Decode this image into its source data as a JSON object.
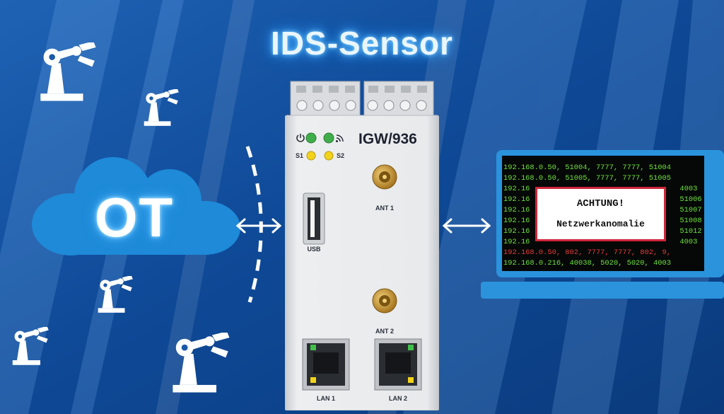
{
  "title": "IDS-Sensor",
  "cloud": {
    "label": "OT"
  },
  "device": {
    "model": "IGW/936",
    "led_labels": {
      "s1": "S1",
      "s2": "S2"
    },
    "ports": {
      "usb": "USB",
      "ant1": "ANT 1",
      "ant2": "ANT 2",
      "lan1": "LAN 1",
      "lan2": "LAN 2"
    }
  },
  "terminal": {
    "lines": [
      {
        "text": "192.168.0.50, 51004, 7777, 7777, 51004",
        "color": "#6fe03a"
      },
      {
        "text": "192.168.0.50, 51005, 7777, 7777, 51005",
        "color": "#6fe03a"
      },
      {
        "text": "192.16                                  4003",
        "color": "#6fe03a"
      },
      {
        "text": "192.16                                  51006",
        "color": "#6fe03a"
      },
      {
        "text": "192.16                                  51007",
        "color": "#6fe03a"
      },
      {
        "text": "192.16                                  51008",
        "color": "#6fe03a"
      },
      {
        "text": "192.16                                  51012",
        "color": "#6fe03a"
      },
      {
        "text": "192.16                                  4003",
        "color": "#6fe03a"
      },
      {
        "text": "192.168.0.50, 802, 7777, 7777, 802, 9,",
        "color": "#e53a3a"
      },
      {
        "text": "192.168.0.216, 40038, 5020, 5020, 4003",
        "color": "#6fe03a"
      }
    ]
  },
  "alert": {
    "title": "ACHTUNG!",
    "message": "Netzwerkanomalie"
  },
  "colors": {
    "background_dark": "#0b3f86",
    "background_light": "#2f7fd0",
    "cloud": "#1e8ad8",
    "laptop": "#2a93dc",
    "device_body": "#e4e6e8",
    "alert_border": "#d0263a"
  },
  "icons": [
    "robot-arm-icon",
    "bidirectional-arrow-icon",
    "power-icon",
    "wireless-signal-icon"
  ]
}
